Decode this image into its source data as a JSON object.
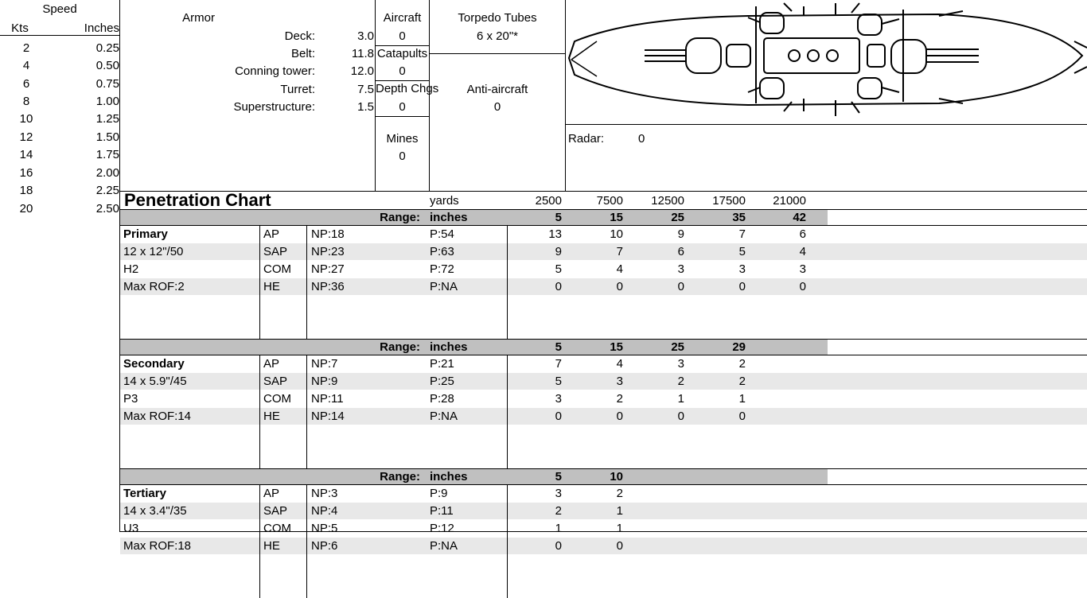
{
  "speed": {
    "title": "Speed",
    "kts_header": "Kts",
    "inches_header": "Inches",
    "kts": [
      "2",
      "4",
      "6",
      "8",
      "10",
      "12",
      "14",
      "16",
      "18",
      "20"
    ],
    "inches": [
      "0.25",
      "0.50",
      "0.75",
      "1.00",
      "1.25",
      "1.50",
      "1.75",
      "2.00",
      "2.25",
      "2.50"
    ]
  },
  "armor": {
    "header": "Armor",
    "rows": [
      {
        "label": "Deck:",
        "value": "3.0"
      },
      {
        "label": "Belt:",
        "value": "11.8"
      },
      {
        "label": "Conning tower:",
        "value": "12.0"
      },
      {
        "label": "Turret:",
        "value": "7.5"
      },
      {
        "label": "Superstructure:",
        "value": "1.5"
      }
    ]
  },
  "equipment": {
    "aircraft_label": "Aircraft",
    "aircraft_value": "0",
    "catapults_label": "Catapults",
    "catapults_value": "0",
    "depth_label": "Depth Chgs",
    "depth_value": "0",
    "mines_label": "Mines",
    "mines_value": "0",
    "torpedo_label": "Torpedo Tubes",
    "torpedo_value": "6 x 20\"*",
    "aa_label": "Anti-aircraft",
    "aa_value": "0",
    "radar_label": "Radar:",
    "radar_value": "0"
  },
  "penetration": {
    "title": "Penetration Chart",
    "yards_label": "yards",
    "yards": [
      "2500",
      "7500",
      "12500",
      "17500",
      "21000"
    ],
    "range_label": "Range:",
    "inches_label": "inches",
    "groups": [
      {
        "name": "Primary",
        "guns": "12 x 12\"/50",
        "code": "H2",
        "rof": "Max ROF:2",
        "range_inches": [
          "5",
          "15",
          "25",
          "35",
          "42"
        ],
        "rows": [
          {
            "type": "AP",
            "np": "NP:18",
            "p": "P:54",
            "vals": [
              "13",
              "10",
              "9",
              "7",
              "6"
            ]
          },
          {
            "type": "SAP",
            "np": "NP:23",
            "p": "P:63",
            "vals": [
              "9",
              "7",
              "6",
              "5",
              "4"
            ]
          },
          {
            "type": "COM",
            "np": "NP:27",
            "p": "P:72",
            "vals": [
              "5",
              "4",
              "3",
              "3",
              "3"
            ]
          },
          {
            "type": "HE",
            "np": "NP:36",
            "p": "P:NA",
            "vals": [
              "0",
              "0",
              "0",
              "0",
              "0"
            ]
          }
        ]
      },
      {
        "name": "Secondary",
        "guns": "14 x 5.9\"/45",
        "code": "P3",
        "rof": "Max ROF:14",
        "range_inches": [
          "5",
          "15",
          "25",
          "29"
        ],
        "rows": [
          {
            "type": "AP",
            "np": "NP:7",
            "p": "P:21",
            "vals": [
              "7",
              "4",
              "3",
              "2"
            ]
          },
          {
            "type": "SAP",
            "np": "NP:9",
            "p": "P:25",
            "vals": [
              "5",
              "3",
              "2",
              "2"
            ]
          },
          {
            "type": "COM",
            "np": "NP:11",
            "p": "P:28",
            "vals": [
              "3",
              "2",
              "1",
              "1"
            ]
          },
          {
            "type": "HE",
            "np": "NP:14",
            "p": "P:NA",
            "vals": [
              "0",
              "0",
              "0",
              "0"
            ]
          }
        ]
      },
      {
        "name": "Tertiary",
        "guns": "14 x 3.4\"/35",
        "code": "U3",
        "rof": "Max ROF:18",
        "range_inches": [
          "5",
          "10"
        ],
        "rows": [
          {
            "type": "AP",
            "np": "NP:3",
            "p": "P:9",
            "vals": [
              "3",
              "2"
            ]
          },
          {
            "type": "SAP",
            "np": "NP:4",
            "p": "P:11",
            "vals": [
              "2",
              "1"
            ]
          },
          {
            "type": "COM",
            "np": "NP:5",
            "p": "P:12",
            "vals": [
              "1",
              "1"
            ]
          },
          {
            "type": "HE",
            "np": "NP:6",
            "p": "P:NA",
            "vals": [
              "0",
              "0"
            ]
          }
        ]
      }
    ]
  }
}
